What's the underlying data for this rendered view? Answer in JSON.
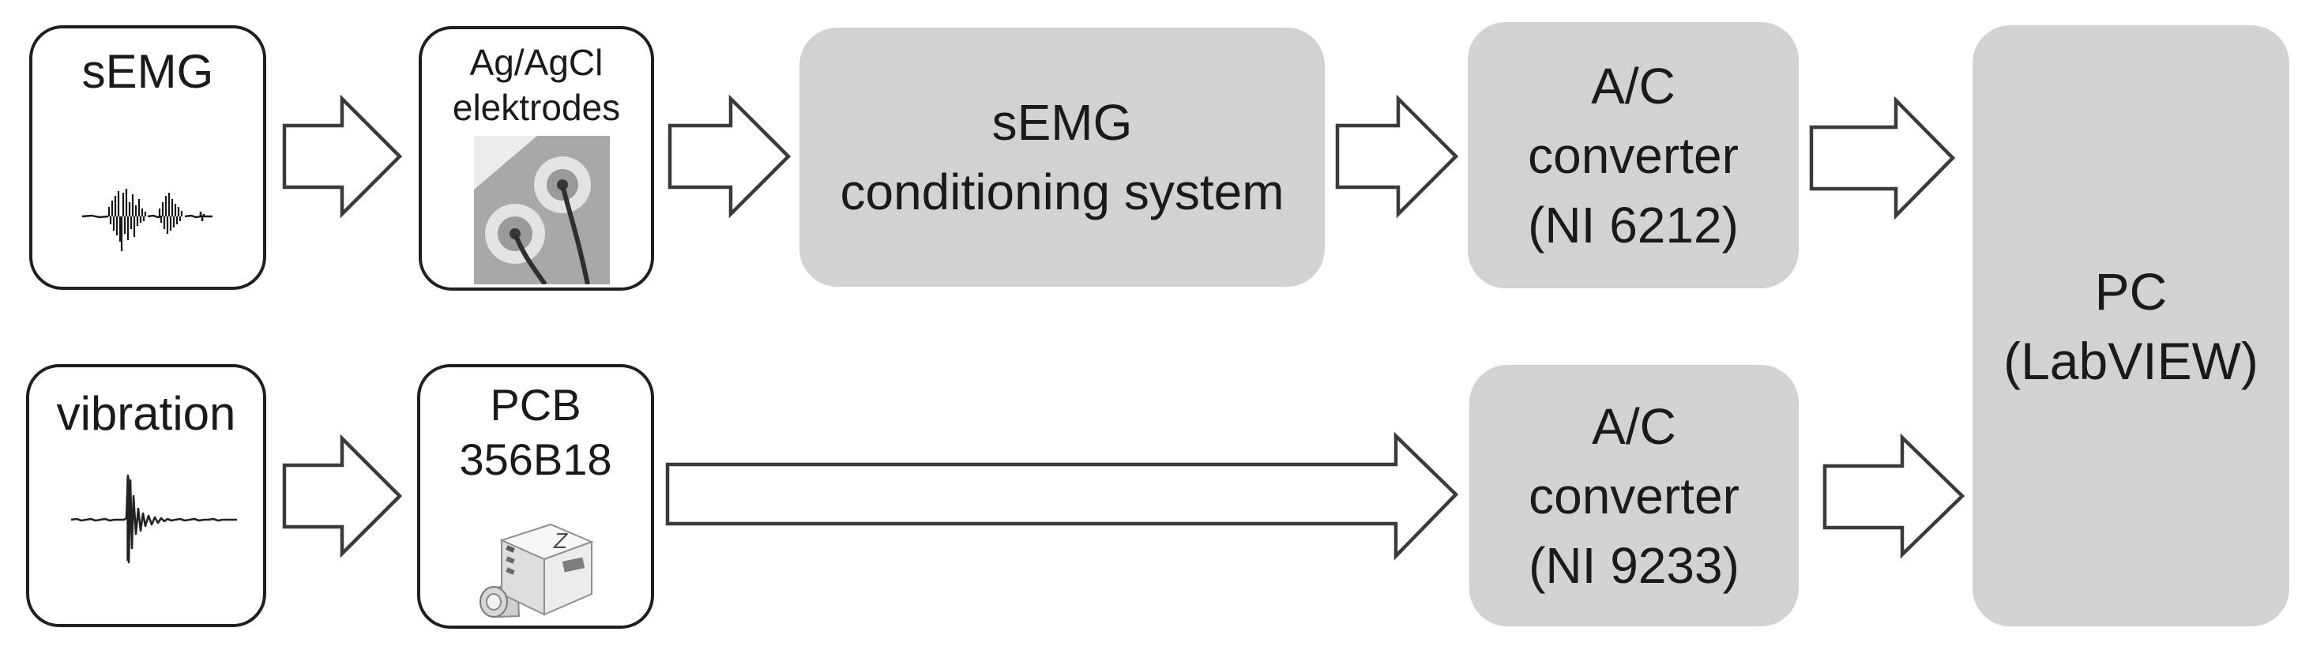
{
  "nodes": {
    "semg_source": {
      "label": "sEMG"
    },
    "electrodes": {
      "lines": [
        "Ag/AgCl",
        "elektrodes"
      ]
    },
    "conditioning": {
      "lines": [
        "sEMG",
        "conditioning system"
      ]
    },
    "converter_semg": {
      "lines": [
        "A/C",
        "converter",
        "(NI 6212)"
      ]
    },
    "converter_vibration": {
      "lines": [
        "A/C",
        "converter",
        "(NI 9233)"
      ]
    },
    "pc": {
      "lines": [
        "PC",
        "(LabVIEW)"
      ]
    },
    "vibration_source": {
      "label": "vibration"
    },
    "accelerometer": {
      "lines": [
        "PCB",
        "356B18"
      ],
      "photo_marking": "Z"
    }
  },
  "connections": [
    {
      "from": "sEMG",
      "to": "Ag/AgCl elektrodes"
    },
    {
      "from": "Ag/AgCl elektrodes",
      "to": "sEMG conditioning system"
    },
    {
      "from": "sEMG conditioning system",
      "to": "A/C converter (NI 6212)"
    },
    {
      "from": "A/C converter (NI 6212)",
      "to": "PC (LabVIEW)"
    },
    {
      "from": "vibration",
      "to": "PCB 356B18"
    },
    {
      "from": "PCB 356B18",
      "to": "A/C converter (NI 9233)"
    },
    {
      "from": "A/C converter (NI 9233)",
      "to": "PC (LabVIEW)"
    }
  ],
  "icons": {
    "semg_waveform": "emg-burst-waveform",
    "vibration_waveform": "impulse-response-waveform",
    "electrodes_photo": "ag-agcl-electrodes-photo",
    "accelerometer_photo": "pcb-356b18-accelerometer-photo"
  },
  "colors": {
    "background": "#ffffff",
    "gray_box_fill": "#d2d2d2",
    "white_box_fill": "#ffffff",
    "white_box_border": "#1f1f1f",
    "arrow_outline": "#3a3a3a",
    "arrow_fill": "#ffffff",
    "text": "#1a1a1a"
  }
}
